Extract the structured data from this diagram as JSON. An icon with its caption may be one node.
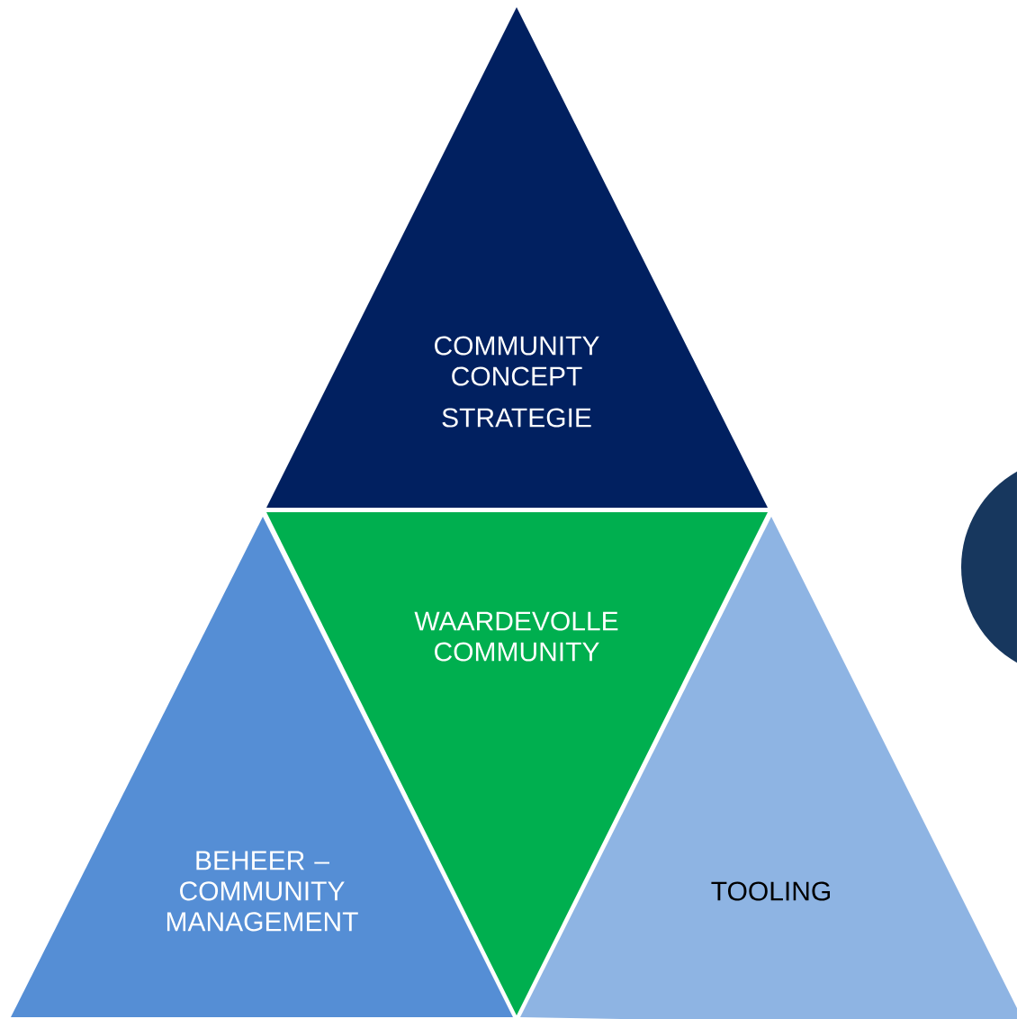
{
  "diagram": {
    "nodes": [
      {
        "text": [
          "COMMUNITY CONCEPT",
          "STRATEGIE"
        ]
      },
      {
        "text": [
          "WAARDEVOLLE COMMUNITY"
        ]
      },
      {
        "text": [
          "BEHEER – COMMUNITY MANAGEMENT"
        ]
      },
      {
        "text": [
          "TOOLING"
        ]
      },
      {
        "text": [],
        "shape": "circle"
      }
    ]
  }
}
